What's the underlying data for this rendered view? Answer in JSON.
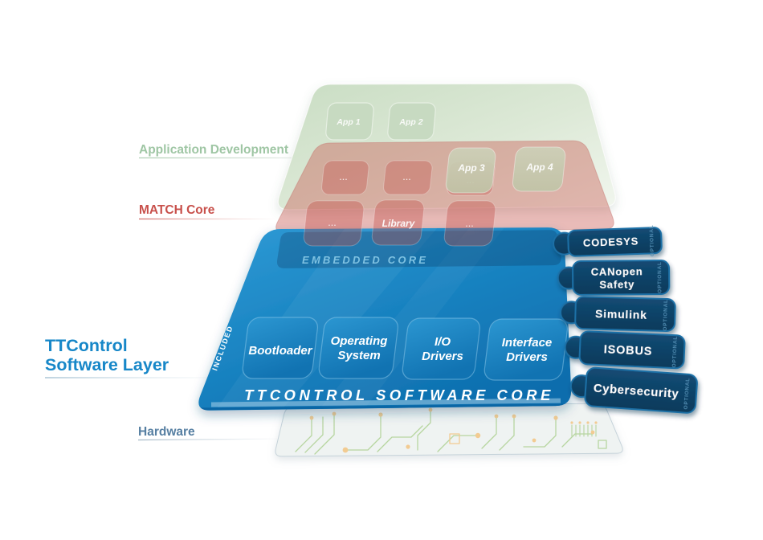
{
  "side_labels": {
    "application_development": "Application Development",
    "match_core": "MATCH Core",
    "ttcontrol_line1": "TTControl",
    "ttcontrol_line2": "Software Layer",
    "hardware": "Hardware"
  },
  "app_layer": {
    "app1": "App 1",
    "app2": "App 2",
    "app3": "App 3",
    "app4": "App 4"
  },
  "match_layer": {
    "dots": "...",
    "library": "Library"
  },
  "core_layer": {
    "included": "INCLUDED",
    "embedded_core": "EMBEDDED CORE",
    "tile_bootloader": "Bootloader",
    "tile_os_line1": "Operating",
    "tile_os_line2": "System",
    "tile_io_line1": "I/O",
    "tile_io_line2": "Drivers",
    "tile_if_line1": "Interface",
    "tile_if_line2": "Drivers",
    "title": "TTCONTROL SOFTWARE CORE"
  },
  "tabs": [
    {
      "label": "CODESYS",
      "side": "OPTIONAL"
    },
    {
      "label_line1": "CANopen",
      "label_line2": "Safety",
      "side": "OPTIONAL"
    },
    {
      "label": "Simulink",
      "side": "OPTIONAL"
    },
    {
      "label": "ISOBUS",
      "side": "OPTIONAL"
    },
    {
      "label": "Cybersecurity",
      "side": "OPTIONAL"
    }
  ],
  "colors": {
    "accent_blue": "#1787c8",
    "plate_blue_top": "#2f9bd6",
    "plate_blue_bottom": "#0e6fae",
    "tab_navy": "#0e4166",
    "label_green": "#9fc6a4",
    "label_red": "#c8504b",
    "label_steel": "#567fa2",
    "plate_green": "#cfe1ca",
    "plate_red_tint": "#c7544e",
    "circuit_green": "#b7d5a0",
    "circuit_orange": "#f2cb92"
  }
}
